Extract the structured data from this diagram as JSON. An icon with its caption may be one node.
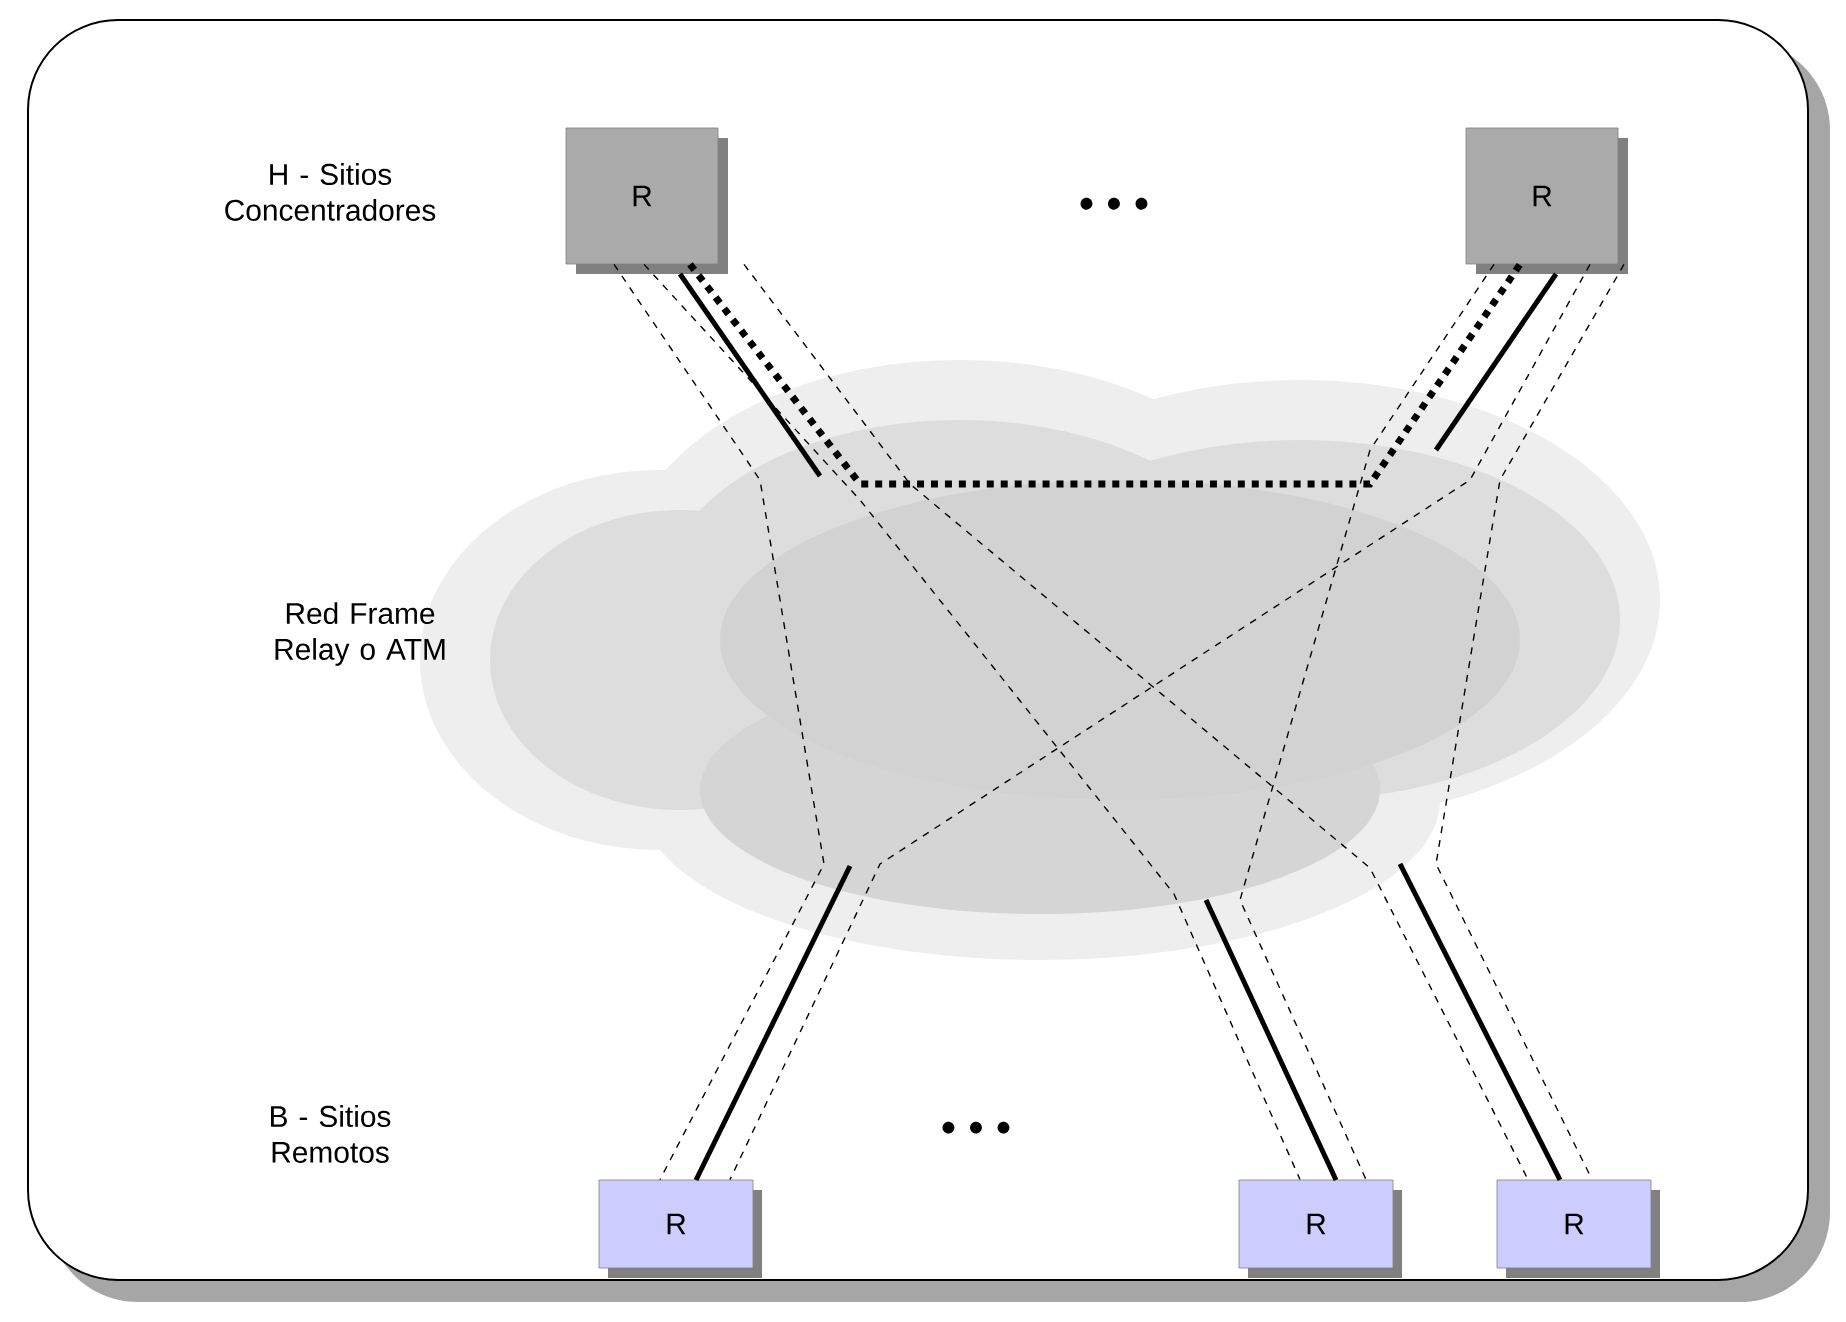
{
  "diagram": {
    "nodes": [
      {
        "text": [
          "R"
        ]
      },
      {
        "text": [
          "R"
        ]
      },
      {
        "text": [
          "R"
        ]
      },
      {
        "text": [
          "R"
        ]
      },
      {
        "text": [
          "R"
        ]
      }
    ],
    "edges": [
      {
        "from": 0,
        "to": 1,
        "arrow": "none",
        "style": "dashed"
      },
      {
        "from": 0,
        "to": 2,
        "arrow": "none",
        "style": "dashed"
      },
      {
        "from": 0,
        "to": 3,
        "arrow": "none",
        "style": "dashed"
      },
      {
        "from": 0,
        "to": 4,
        "arrow": "none",
        "style": "dashed"
      },
      {
        "from": 1,
        "to": 2,
        "arrow": "none",
        "style": "dashed"
      },
      {
        "from": 1,
        "to": 3,
        "arrow": "none",
        "style": "dashed"
      },
      {
        "from": 1,
        "to": 4,
        "arrow": "none",
        "style": "dashed"
      }
    ],
    "labels": [
      "H - Sitios Concentradores",
      "• • •",
      "Red Frame Relay o ATM",
      "B - Sitios Remotos",
      "• • •"
    ]
  }
}
